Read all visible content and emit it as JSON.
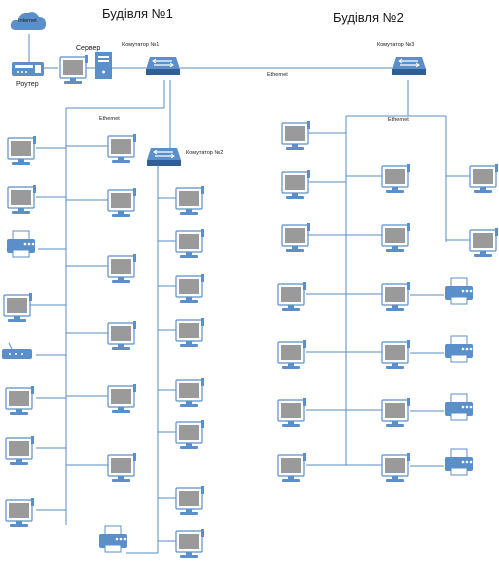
{
  "labels": {
    "building1": "Будівля №1",
    "building2": "Будівля №2",
    "internet": "Internet",
    "router": "Роутер",
    "server": "Сервер",
    "switch1": "Комутатор №1",
    "switch2": "Комутатор №2",
    "switch3": "Комутатор №3",
    "ethernet_trunk": "Ethernet",
    "ethernet_b1": "Ethernet",
    "ethernet_b2": "Ethernet"
  },
  "colors": {
    "device": "#5b8fc9",
    "device_dark": "#2f5f95",
    "screen": "#9a9a9a",
    "wire": "#5a8cc4"
  },
  "icons": [
    "cloud-icon",
    "router-icon",
    "monitor-icon",
    "server-icon",
    "switch-icon",
    "printer-icon",
    "modem-icon"
  ]
}
